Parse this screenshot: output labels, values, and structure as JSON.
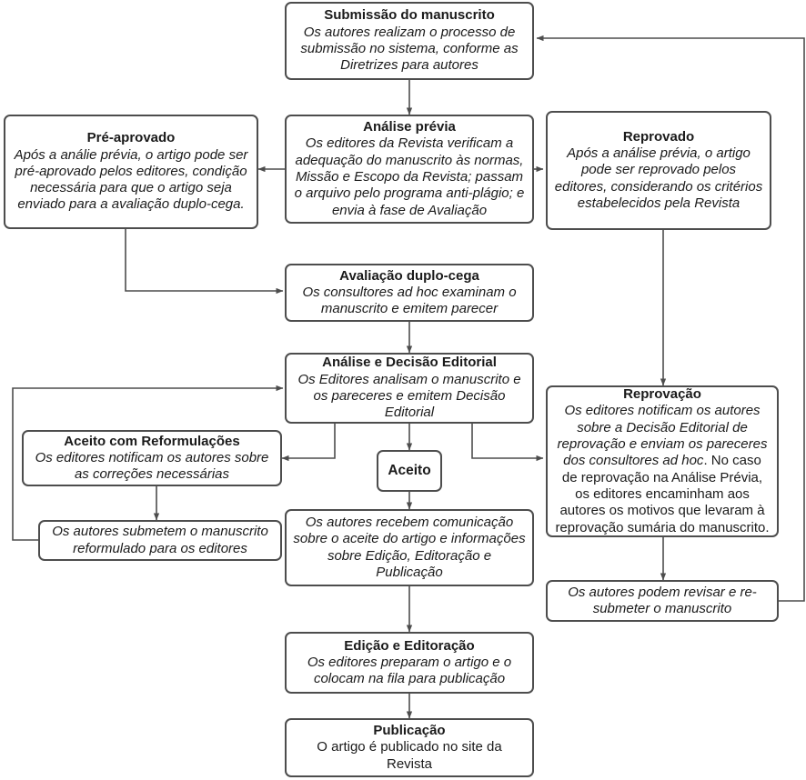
{
  "diagram": {
    "title": "Fluxo editorial de submissao de manuscrito",
    "stroke_color": "#4d4d4d",
    "text_color": "#1a1a1a",
    "background": "#ffffff",
    "nodes": {
      "submissao": {
        "title": "Submissão do manuscrito",
        "body": "Os autores realizam o processo de submissão no sistema, conforme as Diretrizes para autores"
      },
      "analise_previa": {
        "title": "Análise prévia",
        "body": "Os editores da Revista verificam a adequação do manuscrito às normas, Missão e Escopo da Revista; passam o arquivo pelo programa anti-plágio; e envia à fase de Avaliação"
      },
      "pre_aprovado": {
        "title": "Pré-aprovado",
        "body": "Após a análie prévia, o artigo pode ser pré-aprovado pelos editores, condição necessária para que o artigo seja enviado para a avaliação duplo-cega."
      },
      "reprovado": {
        "title": "Reprovado",
        "body": "Após a análise prévia, o artigo pode ser reprovado pelos editores, considerando os critérios estabelecidos pela Revista"
      },
      "avaliacao": {
        "title": "Avaliação duplo-cega",
        "body": "Os consultores ad hoc examinam o manuscrito e emitem parecer"
      },
      "decisao": {
        "title": "Análise e Decisão Editorial",
        "body": "Os Editores analisam o manuscrito e os pareceres e emitem Decisão Editorial"
      },
      "aceito_reform": {
        "title": "Aceito com Reformulações",
        "body": "Os editores notificam os autores sobre as correções necessárias"
      },
      "resubmetem": {
        "body": "Os autores submetem o manuscrito reformulado para os editores"
      },
      "aceito": {
        "title": "Aceito"
      },
      "comunicacao": {
        "body": "Os autores recebem comunicação sobre o aceite do artigo e informações sobre Edição, Editoração e Publicação"
      },
      "reprovacao": {
        "title": "Reprovação",
        "body_italic": "Os editores notificam os autores sobre a Decisão Editorial de reprovação e enviam os pareceres dos consultores ad hoc",
        "body_rest": ". No caso de reprovação na Análise Prévia, os editores encaminham aos autores os motivos que levaram à reprovação sumária do manuscrito."
      },
      "revisar": {
        "body": "Os autores podem revisar e re-submeter o manuscrito"
      },
      "edicao": {
        "title": "Edição e Editoração",
        "body": "Os editores preparam o artigo e o colocam na fila para publicação"
      },
      "publicacao": {
        "title": "Publicação",
        "body": "O artigo é publicado no site da Revista"
      }
    }
  }
}
